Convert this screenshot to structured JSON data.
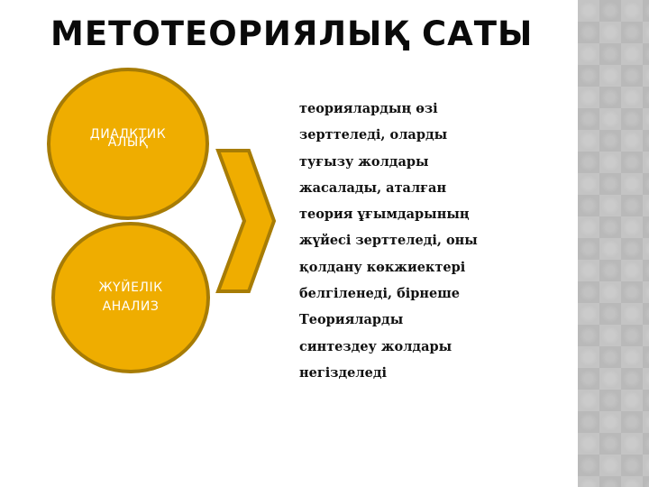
{
  "slide": {
    "title": "МЕТОТЕОРИЯЛЫҚ САТЫ",
    "colors": {
      "accent_fill": "#efad00",
      "accent_border": "#a77c05",
      "circle_text": "#ffffff",
      "title_text": "#0a0a0a",
      "pattern_strip": "#c4c4c4"
    }
  },
  "diagram": {
    "circles": [
      {
        "line1": "ДИАЛКТИК",
        "line2": "АЛЫҚ"
      },
      {
        "line1": "ЖҮЙЕЛІК",
        "line2": "АНАЛИЗ"
      }
    ],
    "arrow_icon": "chevron-right-icon"
  },
  "description": {
    "lines": [
      "теориялардың өзі",
      "зерттеледі, оларды",
      "туғызу жолдары",
      "жасалады, аталған",
      "теория ұғымдарының",
      "жүйесі зерттеледі, оны",
      "қолдану көкжиектері",
      "белгіленеді, бірнеше",
      "Теорияларды",
      "синтездеу жолдары",
      "негізделеді"
    ]
  }
}
